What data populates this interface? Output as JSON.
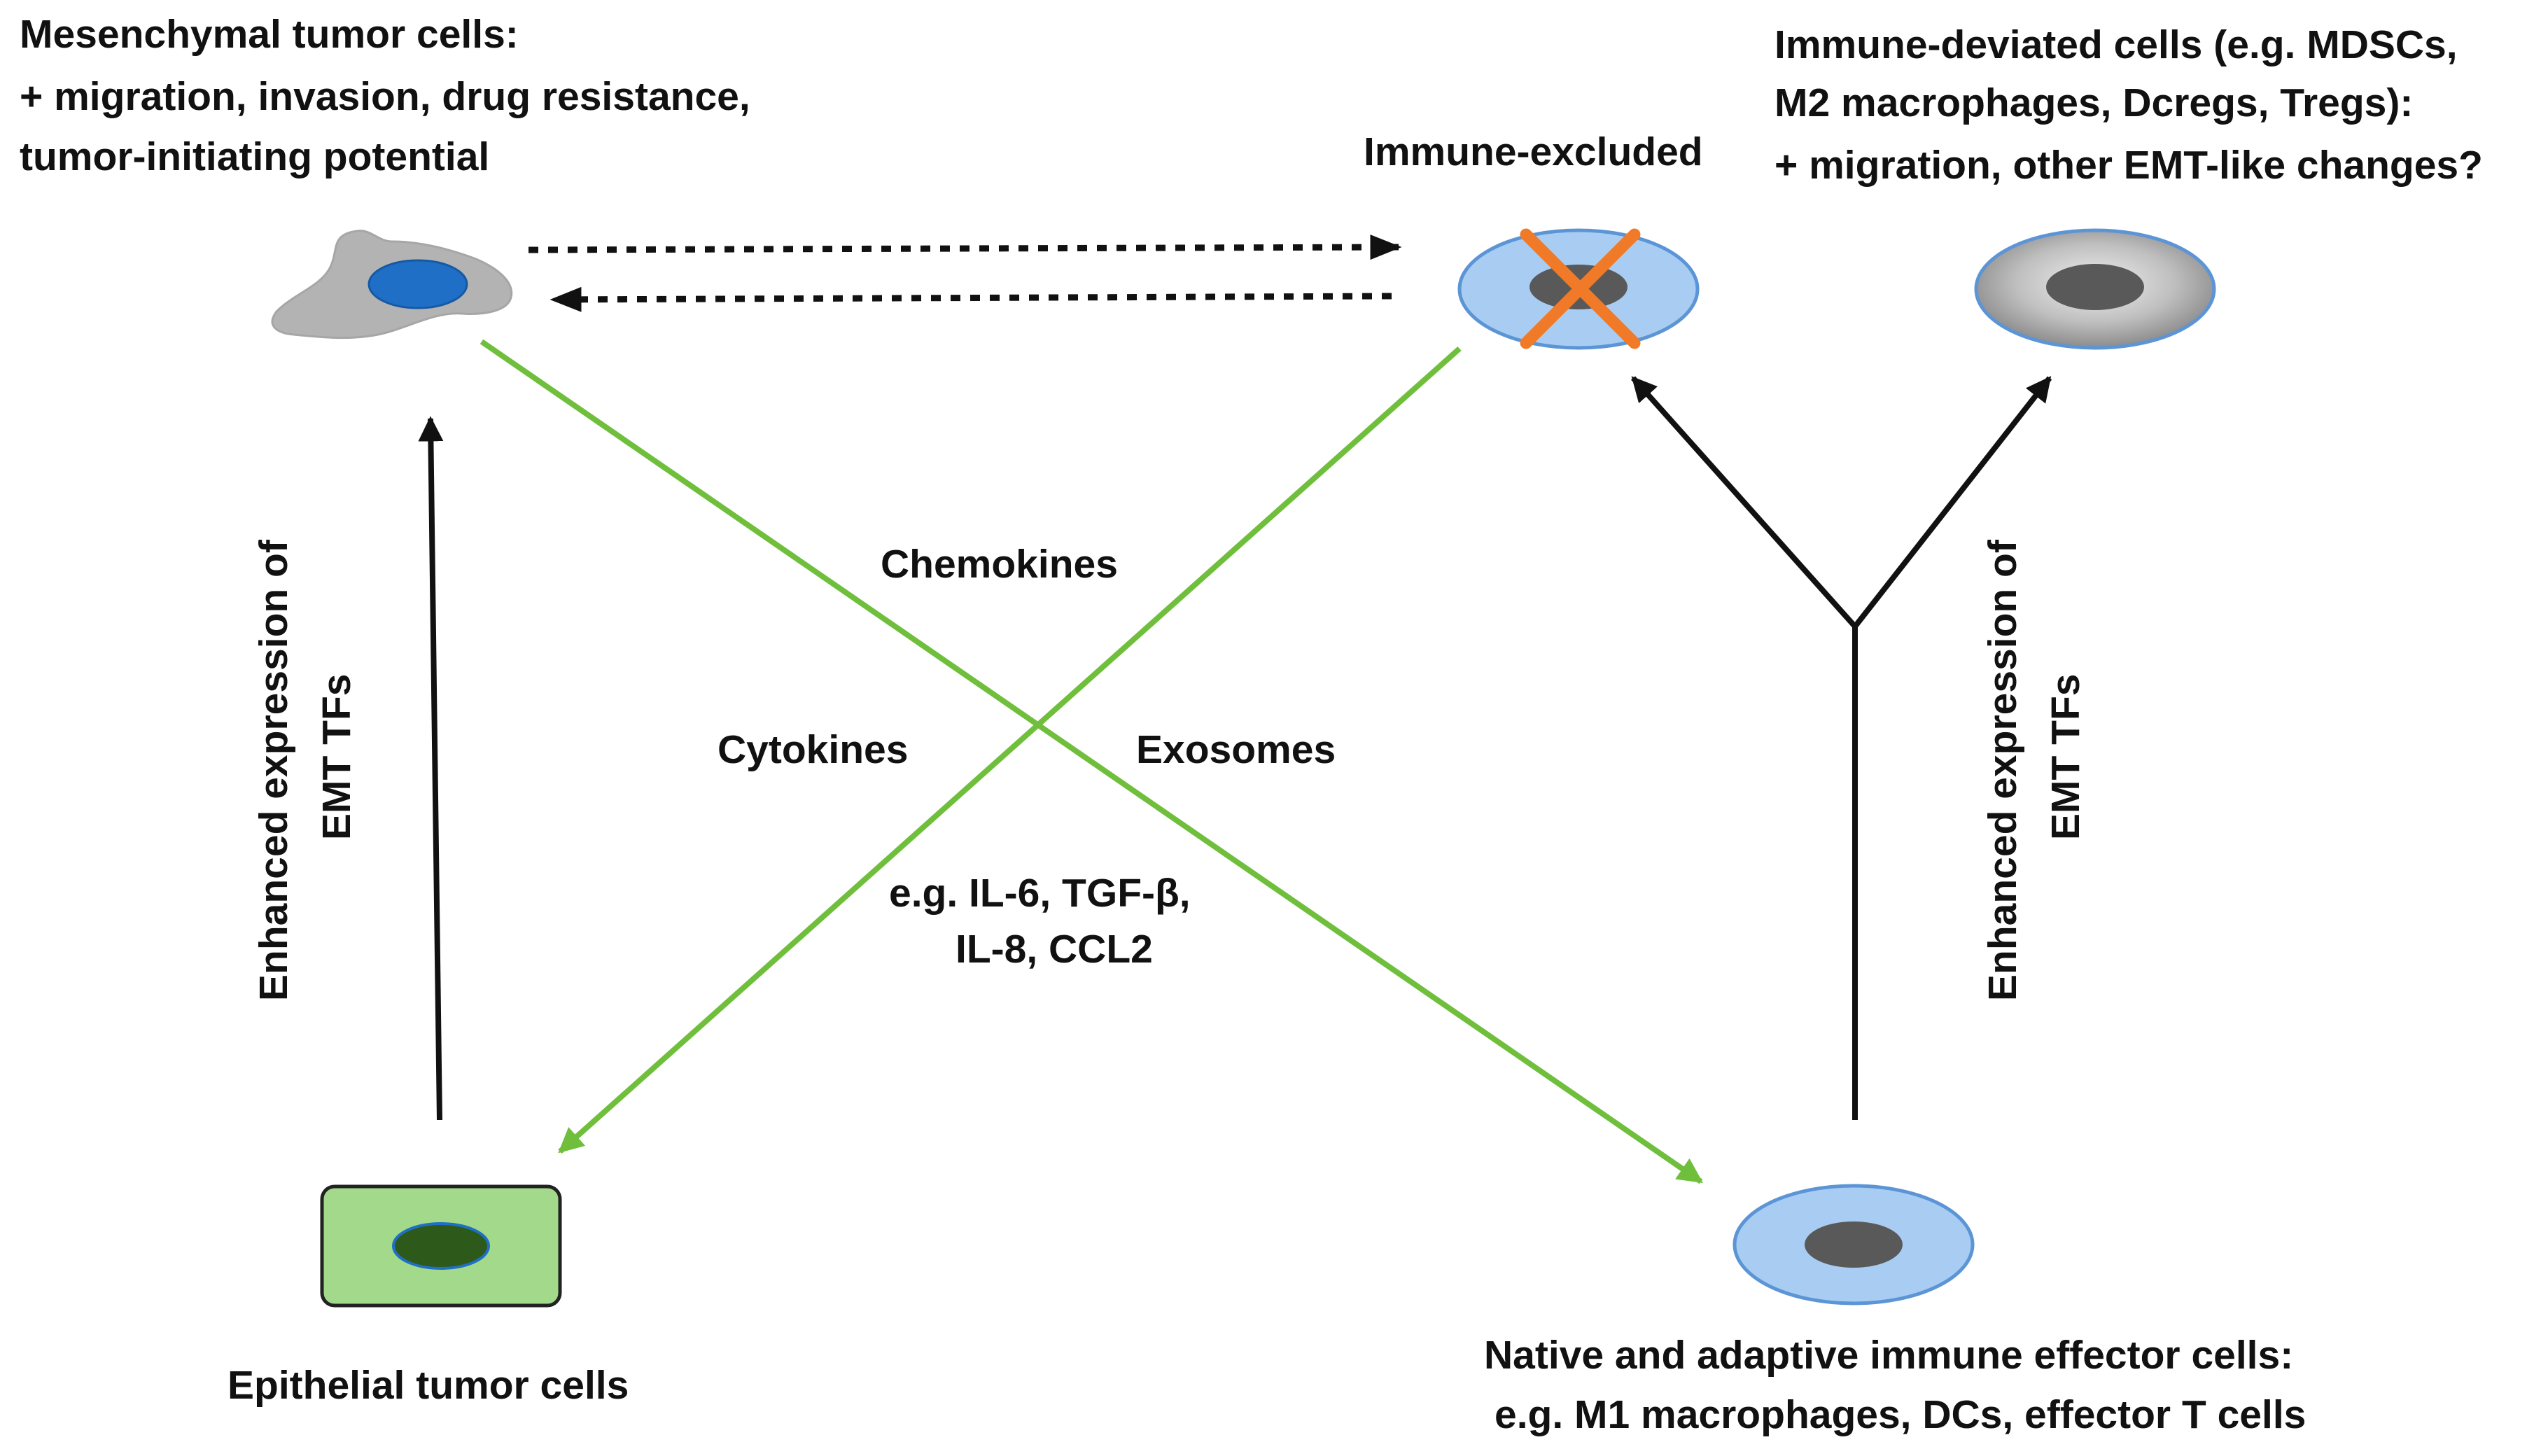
{
  "labels": {
    "mesenchymal": {
      "line1": "Mesenchymal tumor cells:",
      "line2": "+ migration, invasion, drug resistance,",
      "line3": "tumor-initiating potential"
    },
    "immune_excluded": "Immune-excluded",
    "immune_deviated": {
      "line1": "Immune-deviated cells (e.g. MDSCs,",
      "line2": "M2 macrophages, Dcregs, Tregs):",
      "line3": "+ migration, other EMT-like changes?"
    },
    "chemokines": "Chemokines",
    "cytokines": "Cytokines",
    "exosomes": "Exosomes",
    "examples": {
      "line1": "e.g. IL-6, TGF-β,",
      "line2": "IL-8, CCL2"
    },
    "emt_left": {
      "line1": "Enhanced expression of",
      "line2": "EMT TFs"
    },
    "emt_right": {
      "line1": "Enhanced expression of",
      "line2": "EMT TFs"
    },
    "epithelial": "Epithelial tumor cells",
    "effector": {
      "line1": "Native and adaptive immune effector cells:",
      "line2": "e.g. M1 macrophages, DCs, effector T cells"
    }
  },
  "colors": {
    "green_arrow": "#6fbf3c",
    "black_arrow": "#111111",
    "immune_cell_fill": "#a9cdf2",
    "immune_cell_stroke": "#5c95d6",
    "nucleus_dark": "#595959",
    "mesenchymal_body": "#b3b3b3",
    "mesenchymal_nucleus": "#1f6fc7",
    "epithelial_fill": "#a3d98a",
    "epithelial_nucleus": "#2d5a1b",
    "cross_orange": "#f07a28",
    "deviated_grey_light": "#d9d9d9",
    "deviated_grey_dark": "#7f7f7f"
  }
}
